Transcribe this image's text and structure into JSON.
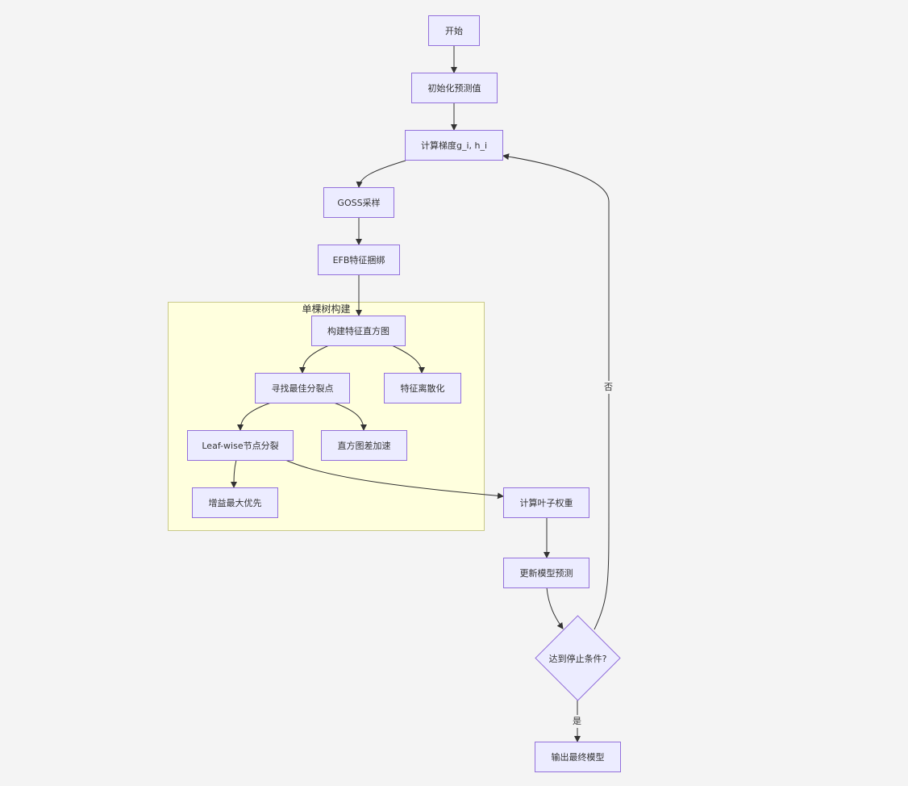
{
  "diagram": {
    "subgraph": {
      "title": "单棵树构建"
    },
    "nodes": {
      "start": "开始",
      "init": "初始化预测值",
      "grad": "计算梯度g_i, h_i",
      "goss": "GOSS采样",
      "efb": "EFB特征捆绑",
      "hist": "构建特征直方图",
      "split": "寻找最佳分裂点",
      "discretize": "特征离散化",
      "leafwise": "Leaf-wise节点分裂",
      "histdiff": "直方图差加速",
      "gain": "增益最大优先",
      "weight": "计算叶子权重",
      "update": "更新模型预测",
      "stop": "达到停止条件?",
      "output": "输出最终模型"
    },
    "edge_labels": {
      "no": "否",
      "yes": "是"
    },
    "colors": {
      "node_fill": "#ececff",
      "node_stroke": "#9370db",
      "subgraph_fill": "#ffffde",
      "subgraph_stroke": "#c9c98a",
      "edge": "#333333",
      "background": "#f4f4f4"
    }
  }
}
